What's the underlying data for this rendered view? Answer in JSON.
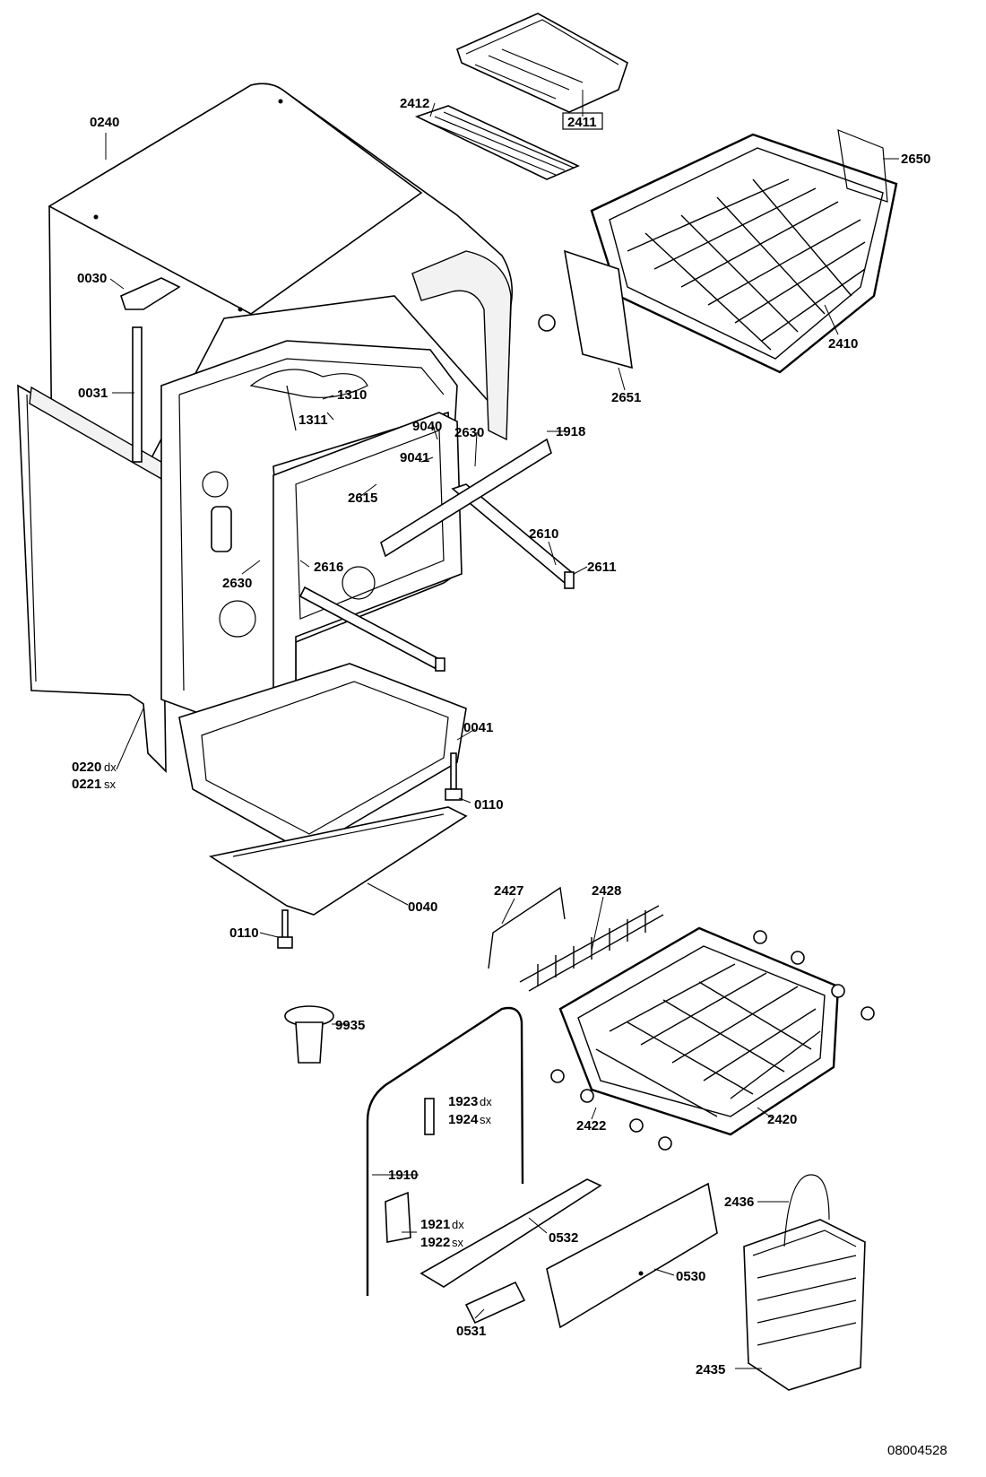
{
  "drawing_number": "08004528",
  "parts": {
    "p0240": "0240",
    "p0030": "0030",
    "p0031": "0031",
    "p0220": "0220",
    "p0220_suffix": "dx",
    "p0221": "0221",
    "p0221_suffix": "sx",
    "p2411": "2411",
    "p2412": "2412",
    "p2650": "2650",
    "p2410": "2410",
    "p2651": "2651",
    "p1310": "1310",
    "p1311": "1311",
    "p9040": "9040",
    "p9041": "9041",
    "p2630a": "2630",
    "p2630b": "2630",
    "p1918": "1918",
    "p2615": "2615",
    "p2610": "2610",
    "p2611": "2611",
    "p2616": "2616",
    "p0041": "0041",
    "p0110a": "0110",
    "p0110b": "0110",
    "p0040": "0040",
    "p2427": "2427",
    "p2428": "2428",
    "p9935": "9935",
    "p1923": "1923",
    "p1923_suffix": "dx",
    "p1924": "1924",
    "p1924_suffix": "sx",
    "p2422": "2422",
    "p2420": "2420",
    "p1910": "1910",
    "p1921": "1921",
    "p1921_suffix": "dx",
    "p1922": "1922",
    "p1922_suffix": "sx",
    "p0532": "0532",
    "p0530": "0530",
    "p0531": "0531",
    "p2436": "2436",
    "p2435": "2435"
  }
}
